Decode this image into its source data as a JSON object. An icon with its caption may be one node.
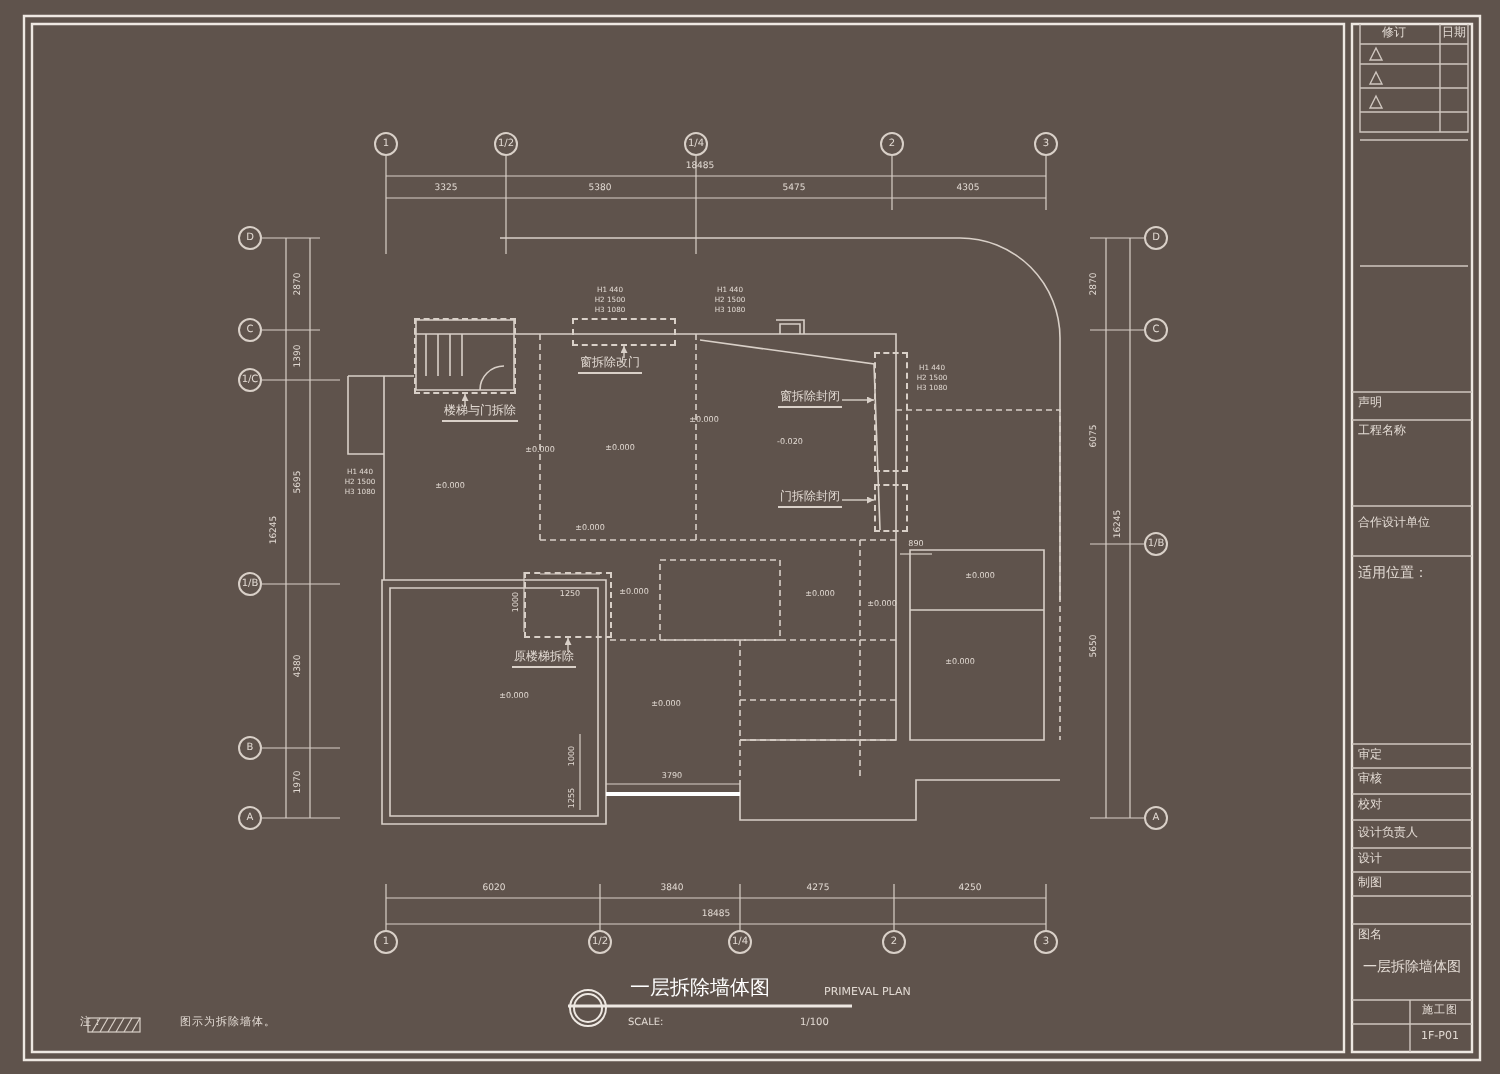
{
  "diagram": {
    "title": "一层拆除墙体图",
    "nodes": [
      {
        "text": [
          "楼梯与门拆除"
        ]
      },
      {
        "text": [
          "窗拆除改门"
        ]
      },
      {
        "text": [
          "窗拆除封闭"
        ]
      },
      {
        "text": [
          "门拆除封闭"
        ]
      },
      {
        "text": [
          "原楼梯拆除"
        ]
      },
      {
        "text": [],
        "shape": "box"
      },
      {
        "text": [],
        "shape": "box"
      },
      {
        "text": [],
        "shape": "box"
      },
      {
        "text": [],
        "shape": "box"
      },
      {
        "text": [],
        "shape": "box"
      }
    ],
    "edges": [
      {
        "from": 0,
        "to": 5,
        "arrow": "to"
      },
      {
        "from": 1,
        "to": 6,
        "arrow": "to"
      },
      {
        "from": 2,
        "to": 7,
        "arrow": "to"
      },
      {
        "from": 3,
        "to": 8,
        "arrow": "to"
      },
      {
        "from": 4,
        "to": 9,
        "arrow": "to"
      }
    ],
    "labels": [
      "1",
      "1/2",
      "1/4",
      "2",
      "3",
      "18485",
      "3325",
      "5380",
      "5475",
      "4305",
      "D",
      "C",
      "1/C",
      "1/B",
      "B",
      "A",
      "2870",
      "1390",
      "5695",
      "4380",
      "1970",
      "16245",
      "D",
      "C",
      "1/B",
      "A",
      "2870",
      "6075",
      "5650",
      "16245",
      "6020",
      "3840",
      "4275",
      "4250",
      "18485",
      "1",
      "1/2",
      "1/4",
      "2",
      "3",
      "1250",
      "1000",
      "1000",
      "1255",
      "3790",
      "890",
      "±0.000",
      "±0.000",
      "±0.000",
      "±0.000",
      "-0.020",
      "±0.000",
      "±0.000",
      "±0.000",
      "±0.000",
      "±0.000",
      "±0.000",
      "±0.000",
      "±0.000",
      "H1 440",
      "H2 1500",
      "H3 1080",
      "H1 440",
      "H2 1500",
      "H3 1080",
      "H1 440",
      "H2 1500",
      "H3 1080",
      "H1 440",
      "H2 1500",
      "H3 1080",
      "注：",
      "PRIMEVAL PLAN",
      "SCALE:",
      "1/100",
      "修订",
      "日期",
      "声明",
      "工程名称",
      "合作设计单位",
      "适用位置：",
      "审定",
      "审核",
      "校对",
      "设计负责人",
      "设计",
      "制图",
      "图名",
      "一层拆除墙体图",
      "施工图",
      "1F-P01"
    ],
    "legend": [
      {
        "text": "图示为拆除墙体。"
      }
    ]
  }
}
